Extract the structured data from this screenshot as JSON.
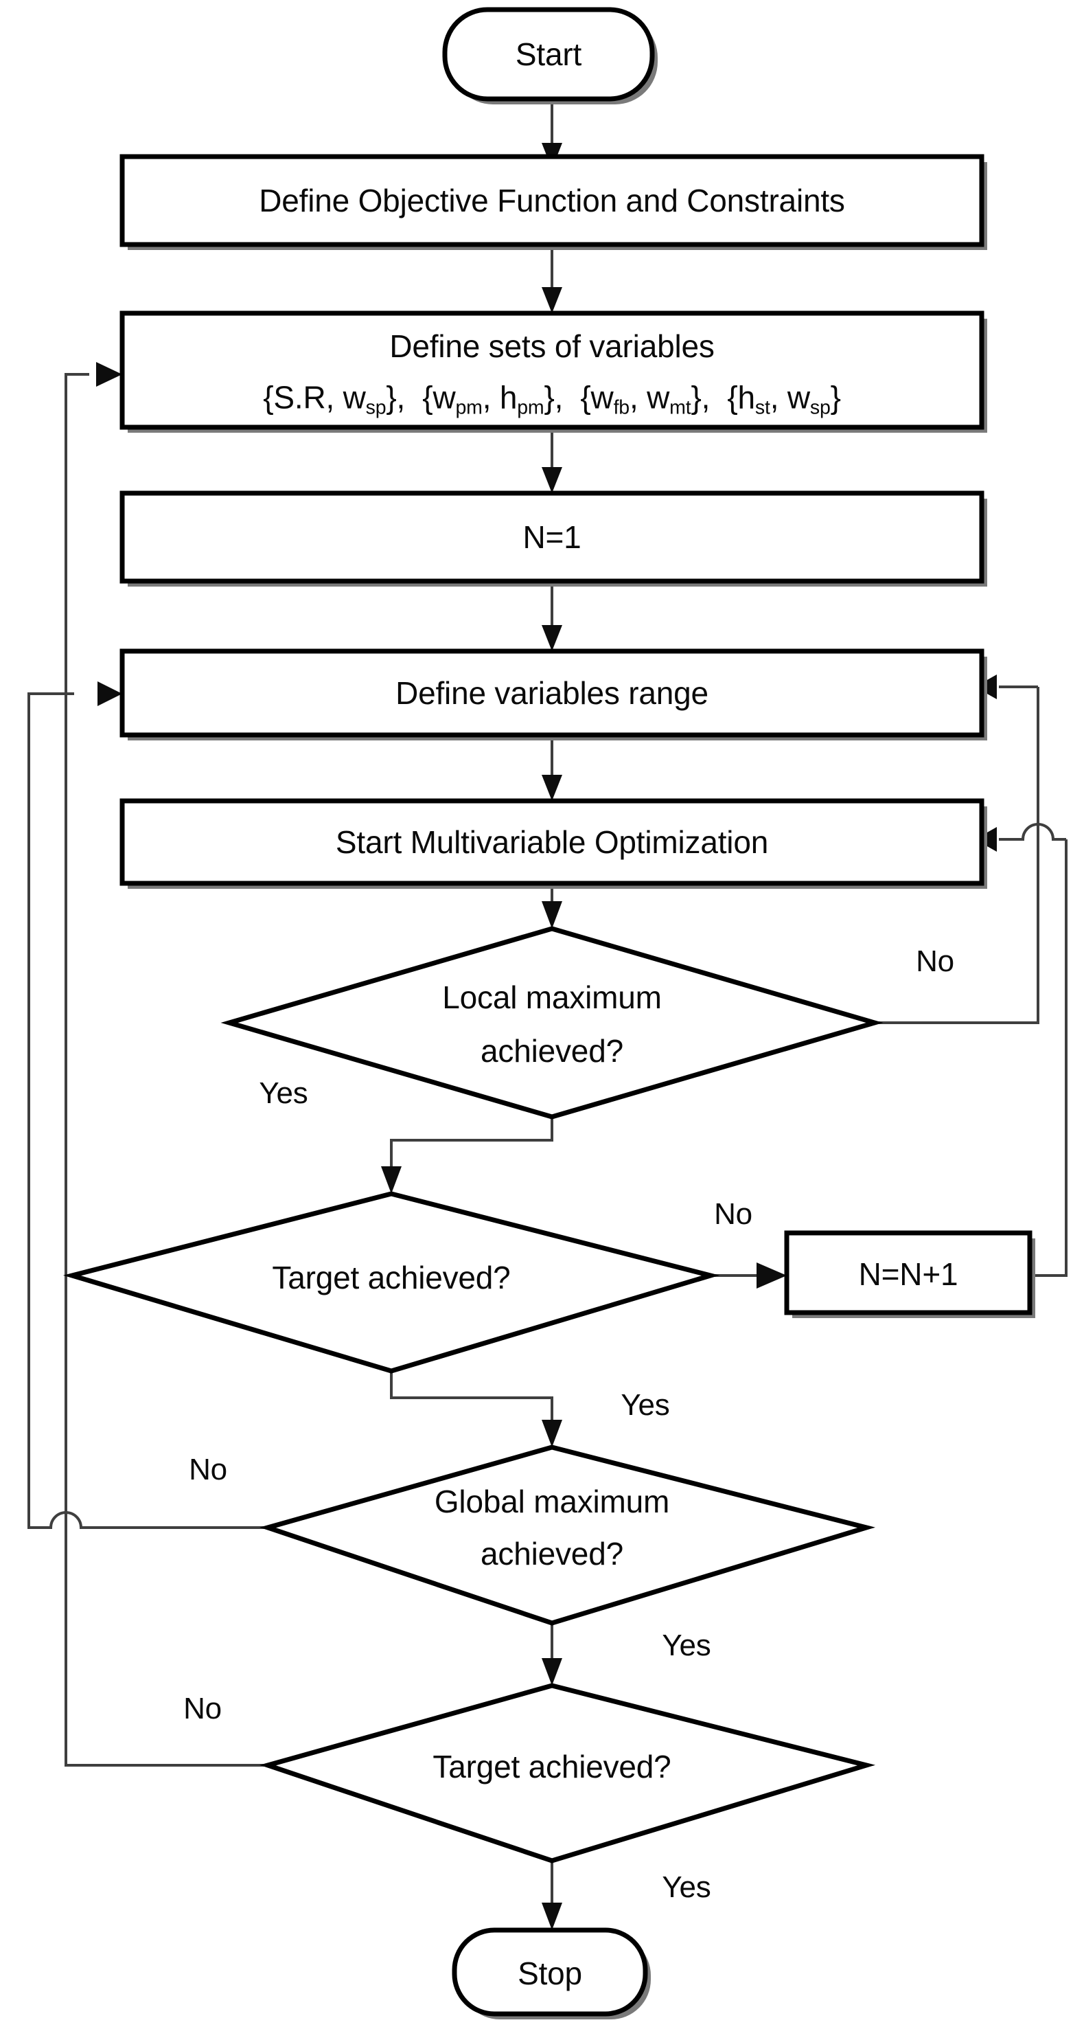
{
  "diagram": {
    "title": "Multivariable Optimization Flowchart",
    "type": "flowchart",
    "colors": {
      "node_stroke": "#000000",
      "node_fill": "#ffffff",
      "edge": "#3f3f3f",
      "text": "#0a0a0a",
      "shadow": "#7a7a7a",
      "background": "#ffffff"
    },
    "nodes": {
      "start": {
        "shape": "terminator",
        "label": "Start"
      },
      "objective": {
        "shape": "process",
        "label": "Define Objective Function and Constraints"
      },
      "sets_line1": {
        "shape": "process",
        "label": "Define sets of variables"
      },
      "sets_line2": {
        "shape": "process",
        "label": "{S.R, wsp}, {wpm, hpm}, {wfb, wmt}, {hst, wsp}",
        "terms": [
          {
            "base": "{S.R, w",
            "sub": "sp",
            "tail": "}, {w"
          },
          {
            "base": "",
            "sub": "pm",
            "tail": ", h"
          },
          {
            "base": "",
            "sub": "pm",
            "tail": "}, {w"
          },
          {
            "base": "",
            "sub": "fb",
            "tail": ", w"
          },
          {
            "base": "",
            "sub": "mt",
            "tail": "}, {h"
          },
          {
            "base": "",
            "sub": "st",
            "tail": ", w"
          },
          {
            "base": "",
            "sub": "sp",
            "tail": "}"
          }
        ]
      },
      "n_init": {
        "shape": "process",
        "label": "N=1"
      },
      "var_range": {
        "shape": "process",
        "label": "Define variables range"
      },
      "start_opt": {
        "shape": "process",
        "label": "Start Multivariable Optimization"
      },
      "local_max": {
        "shape": "decision",
        "label_line1": "Local maximum",
        "label_line2": "achieved?"
      },
      "target_1": {
        "shape": "decision",
        "label_line1": "Target achieved?",
        "label_line2": ""
      },
      "n_incr": {
        "shape": "process",
        "label": "N=N+1"
      },
      "global_max": {
        "shape": "decision",
        "label_line1": "Global maximum",
        "label_line2": "achieved?"
      },
      "target_2": {
        "shape": "decision",
        "label_line1": "Target achieved?",
        "label_line2": ""
      },
      "stop": {
        "shape": "terminator",
        "label": "Stop"
      }
    },
    "edge_labels": {
      "local_max_no": "No",
      "local_max_yes": "Yes",
      "target1_no": "No",
      "target1_yes": "Yes",
      "global_no": "No",
      "global_yes": "Yes",
      "target2_no": "No",
      "target2_yes": "Yes"
    },
    "edges": [
      {
        "from": "start",
        "to": "objective",
        "label": ""
      },
      {
        "from": "objective",
        "to": "sets",
        "label": ""
      },
      {
        "from": "sets",
        "to": "n_init",
        "label": ""
      },
      {
        "from": "n_init",
        "to": "var_range",
        "label": ""
      },
      {
        "from": "var_range",
        "to": "start_opt",
        "label": ""
      },
      {
        "from": "start_opt",
        "to": "local_max",
        "label": ""
      },
      {
        "from": "local_max",
        "to": "start_opt",
        "label": "No"
      },
      {
        "from": "local_max",
        "to": "target_1",
        "label": "Yes"
      },
      {
        "from": "target_1",
        "to": "n_incr",
        "label": "No"
      },
      {
        "from": "n_incr",
        "to": "var_range",
        "label": ""
      },
      {
        "from": "target_1",
        "to": "global_max",
        "label": "Yes"
      },
      {
        "from": "global_max",
        "to": "var_range",
        "label": "No"
      },
      {
        "from": "global_max",
        "to": "target_2",
        "label": "Yes"
      },
      {
        "from": "target_2",
        "to": "sets",
        "label": "No"
      },
      {
        "from": "target_2",
        "to": "stop",
        "label": "Yes"
      }
    ]
  }
}
